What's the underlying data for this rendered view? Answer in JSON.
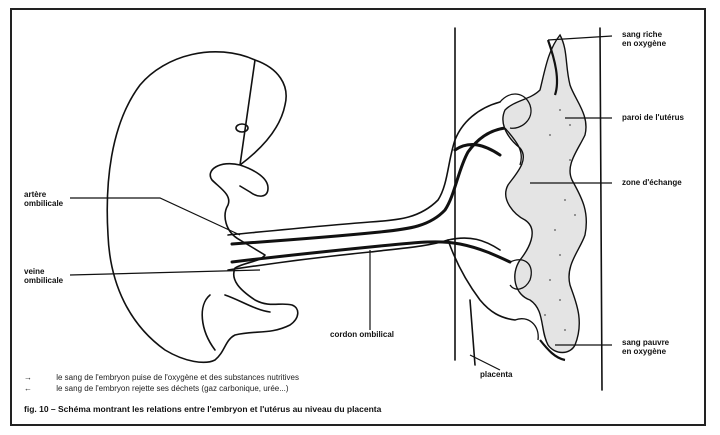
{
  "labels": {
    "artere_ombilicale_1": "artère",
    "artere_ombilicale_2": "ombilicale",
    "veine_ombilicale_1": "veine",
    "veine_ombilicale_2": "ombilicale",
    "cordon": "cordon ombilical",
    "placenta": "placenta",
    "sang_riche_1": "sang riche",
    "sang_riche_2": "en oxygène",
    "paroi": "paroi de l'utérus",
    "zone_echange": "zone d'échange",
    "sang_pauvre_1": "sang pauvre",
    "sang_pauvre_2": "en oxygène"
  },
  "legend": [
    {
      "key": "→",
      "text": "le sang de l'embryon puise de l'oxygène et des substances nutritives"
    },
    {
      "key": "←",
      "text": "le sang de l'embryon rejette ses déchets (gaz carbonique, urée...)"
    }
  ],
  "caption": "fig. 10 – Schéma montrant les relations entre l'embryon et l'utérus au niveau du placenta"
}
